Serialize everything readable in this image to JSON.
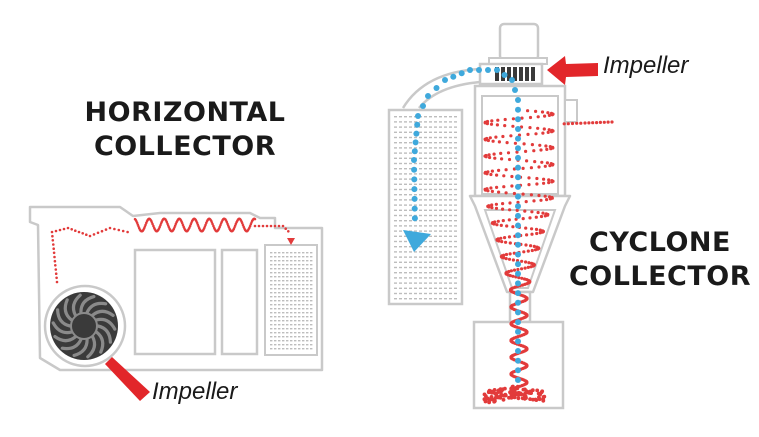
{
  "colors": {
    "outline": "#c9c9c9",
    "fill": "#ffffff",
    "airflow_dust": "#e23b3b",
    "airflow_clean": "#3fa9dc",
    "arrow": "#e2262a",
    "impeller_dark": "#3a3a3a",
    "impeller_blades": "#8a8a8a"
  },
  "horizontal": {
    "title_line1": "HORIZONTAL",
    "title_line2": "COLLECTOR",
    "impeller_label": "Impeller"
  },
  "cyclone": {
    "title_line1": "CYCLONE",
    "title_line2": "COLLECTOR",
    "impeller_label": "Impeller"
  },
  "icons": {
    "impeller": "impeller-icon",
    "pointer": "arrow-icon",
    "filter": "filter-icon",
    "dust_bin": "bin-icon"
  }
}
